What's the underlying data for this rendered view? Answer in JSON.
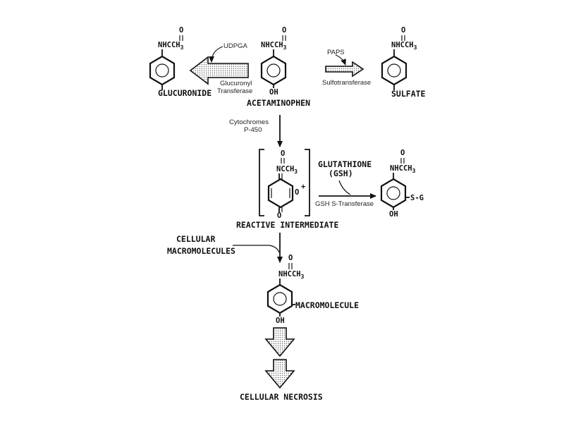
{
  "groups": {
    "nhcch3": "NHCCH",
    "sub3": "3",
    "carbonyl_o": "O",
    "oh": "OH",
    "sg": "S-G",
    "ring_o": "O",
    "ring_o2": "O",
    "ring_n": "N",
    "ring_n_rest": "CCH",
    "plus": "+"
  },
  "compounds": {
    "glucuronide": "GLUCURONIDE",
    "acetaminophen": "ACETAMINOPHEN",
    "sulfate": "SULFATE",
    "reactive_intermediate": "REACTIVE INTERMEDIATE",
    "macromolecule": "MACROMOLECULE",
    "cellular_necrosis": "CELLULAR NECROSIS"
  },
  "reactants": {
    "udpga": "UDPGA",
    "paps": "PAPS",
    "glutathione_line1": "GLUTATHIONE",
    "glutathione_line2": "(GSH)",
    "cellular_line1": "CELLULAR",
    "cellular_line2": "MACROMOLECULES"
  },
  "enzymes": {
    "glucuronyl_line1": "Glucuronyl",
    "glucuronyl_line2": "Transferase",
    "sulfotransferase": "Sulfotransferase",
    "cytochromes_line1": "Cytochromes",
    "cytochromes_line2": "P-450",
    "gsh_transferase": "GSH S-Transferase"
  }
}
